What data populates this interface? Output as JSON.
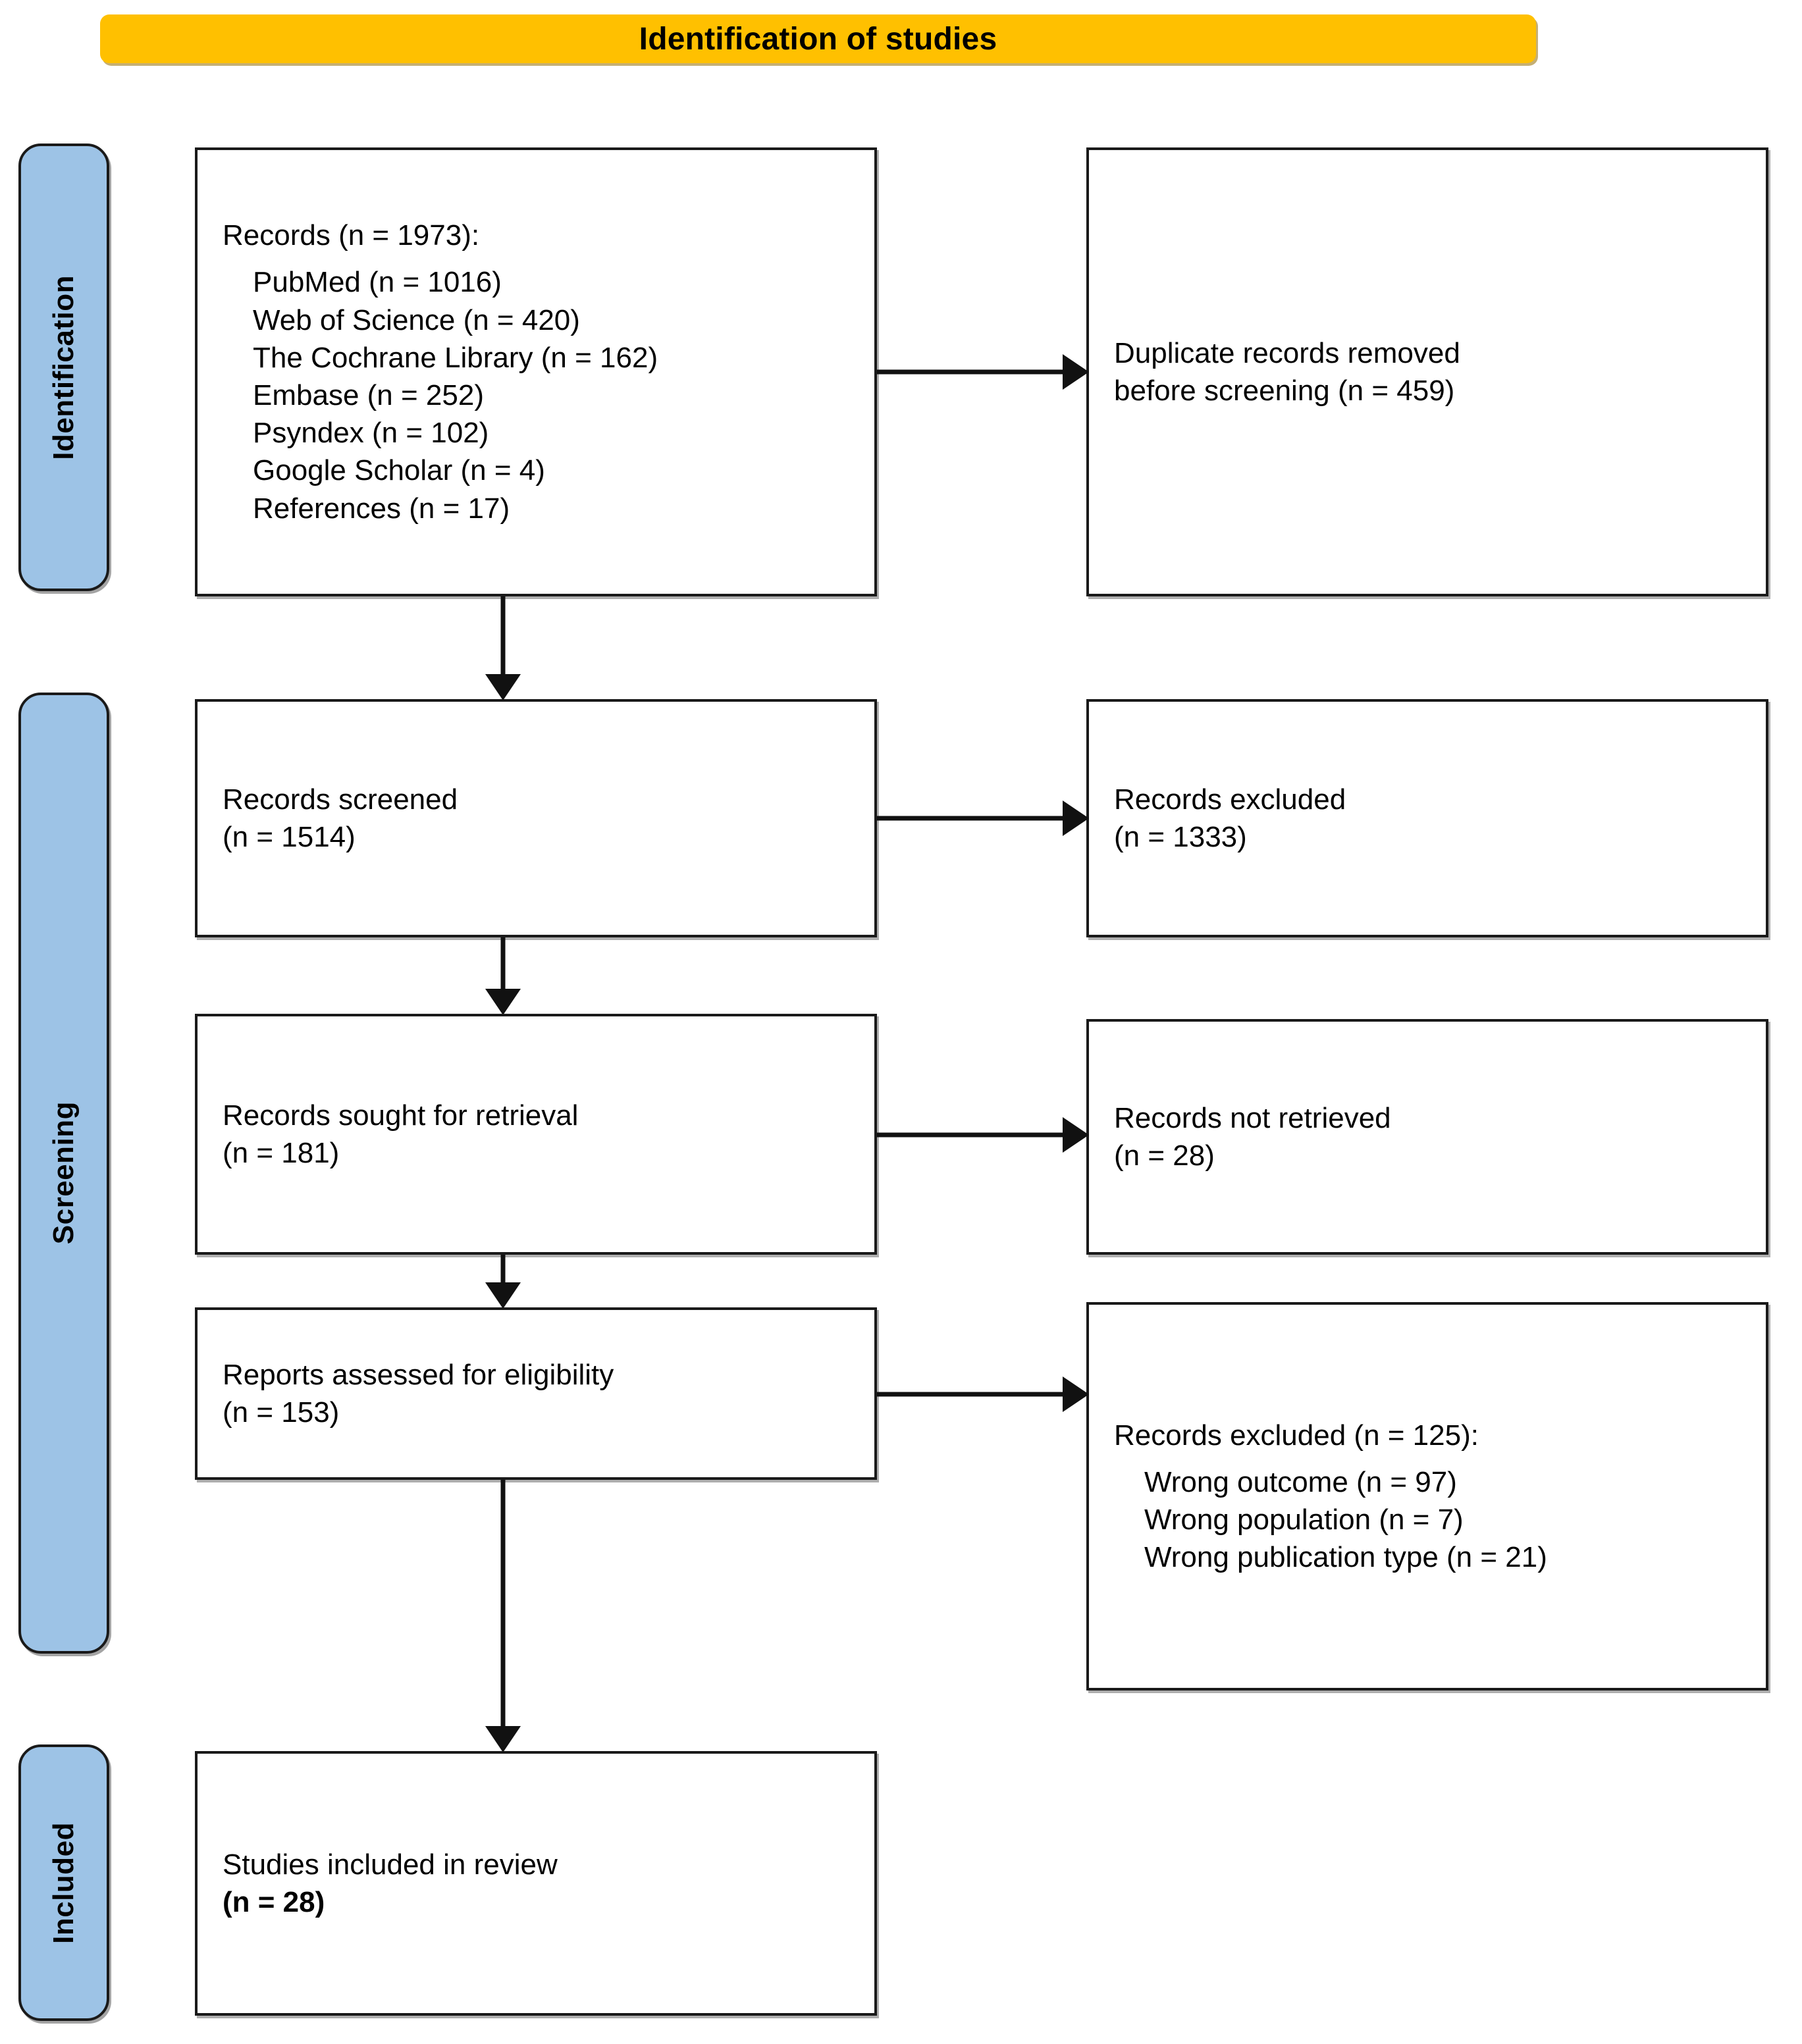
{
  "banner": {
    "title": "Identification of studies",
    "color": "#FFC000"
  },
  "stages": [
    {
      "key": "identification",
      "label": "Identification",
      "color": "#9DC3E6"
    },
    {
      "key": "screening",
      "label": "Screening",
      "color": "#9DC3E6"
    },
    {
      "key": "included",
      "label": "Included",
      "color": "#9DC3E6"
    }
  ],
  "boxes": {
    "records": {
      "heading": "Records (n = 1973):",
      "sources": [
        "PubMed (n = 1016)",
        "Web of Science (n = 420)",
        "The Cochrane Library (n = 162)",
        "Embase (n = 252)",
        "Psyndex (n = 102)",
        "Google Scholar (n = 4)",
        "References (n = 17)"
      ]
    },
    "duplicates": {
      "line1": "Duplicate records removed",
      "line2": "before screening (n = 459)"
    },
    "screened": {
      "line1": "Records screened",
      "line2": "(n = 1514)"
    },
    "excluded": {
      "line1": "Records excluded",
      "line2": "(n = 1333)"
    },
    "sought": {
      "line1": "Records sought for retrieval",
      "line2": "(n = 181)"
    },
    "not_retrieved": {
      "line1": "Records not retrieved",
      "line2": "(n = 28)"
    },
    "eligibility": {
      "line1": "Reports assessed for eligibility",
      "line2": "(n = 153)"
    },
    "excluded_reasons": {
      "heading": "Records excluded (n = 125):",
      "reasons": [
        "Wrong outcome (n = 97)",
        "Wrong population (n = 7)",
        "Wrong publication type (n = 21)"
      ]
    },
    "included": {
      "line1": "Studies included in review",
      "line2": "(n = 28)"
    }
  },
  "chart_data": {
    "type": "diagram",
    "title": "Identification of studies",
    "nodes": [
      {
        "id": "records",
        "stage": "Identification",
        "label": "Records",
        "n": 1973,
        "breakdown": [
          {
            "source": "PubMed",
            "n": 1016
          },
          {
            "source": "Web of Science",
            "n": 420
          },
          {
            "source": "The Cochrane Library",
            "n": 162
          },
          {
            "source": "Embase",
            "n": 252
          },
          {
            "source": "Psyndex",
            "n": 102
          },
          {
            "source": "Google Scholar",
            "n": 4
          },
          {
            "source": "References",
            "n": 17
          }
        ]
      },
      {
        "id": "duplicates",
        "stage": "Identification",
        "label": "Duplicate records removed before screening",
        "n": 459
      },
      {
        "id": "screened",
        "stage": "Screening",
        "label": "Records screened",
        "n": 1514
      },
      {
        "id": "excluded",
        "stage": "Screening",
        "label": "Records excluded",
        "n": 1333
      },
      {
        "id": "sought",
        "stage": "Screening",
        "label": "Records sought for retrieval",
        "n": 181
      },
      {
        "id": "not_retrieved",
        "stage": "Screening",
        "label": "Records not retrieved",
        "n": 28
      },
      {
        "id": "eligibility",
        "stage": "Screening",
        "label": "Reports assessed for eligibility",
        "n": 153
      },
      {
        "id": "excluded_reasons",
        "stage": "Screening",
        "label": "Records excluded",
        "n": 125,
        "breakdown": [
          {
            "reason": "Wrong outcome",
            "n": 97
          },
          {
            "reason": "Wrong population",
            "n": 7
          },
          {
            "reason": "Wrong publication type",
            "n": 21
          }
        ]
      },
      {
        "id": "included",
        "stage": "Included",
        "label": "Studies included in review",
        "n": 28
      }
    ],
    "edges": [
      {
        "from": "records",
        "to": "duplicates",
        "direction": "right"
      },
      {
        "from": "records",
        "to": "screened",
        "direction": "down"
      },
      {
        "from": "screened",
        "to": "excluded",
        "direction": "right"
      },
      {
        "from": "screened",
        "to": "sought",
        "direction": "down"
      },
      {
        "from": "sought",
        "to": "not_retrieved",
        "direction": "right"
      },
      {
        "from": "sought",
        "to": "eligibility",
        "direction": "down"
      },
      {
        "from": "eligibility",
        "to": "excluded_reasons",
        "direction": "right"
      },
      {
        "from": "eligibility",
        "to": "included",
        "direction": "down"
      }
    ]
  }
}
